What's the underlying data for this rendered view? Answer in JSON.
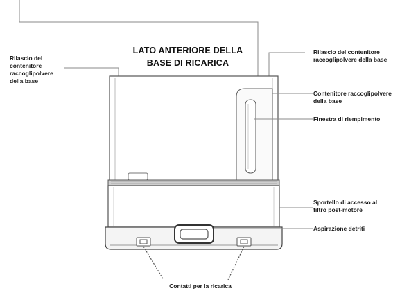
{
  "title": {
    "line1": "LATO ANTERIORE DELLA",
    "line2": "BASE DI RICARICA"
  },
  "labels": {
    "release_left": [
      "Rilascio del",
      "contenitore",
      "raccoglipolvere",
      "della base"
    ],
    "release_right": [
      "Rilascio del contenitore",
      "raccoglipolvere della base"
    ],
    "dust_bin": [
      "Contenitore raccoglipolvere",
      "della base"
    ],
    "fill_window": "Finestra di riempimento",
    "filter_door": [
      "Sportello di accesso al",
      "filtro post-motore"
    ],
    "debris_intake": "Aspirazione detriti",
    "charging_contacts": "Contatti per la ricarica"
  }
}
